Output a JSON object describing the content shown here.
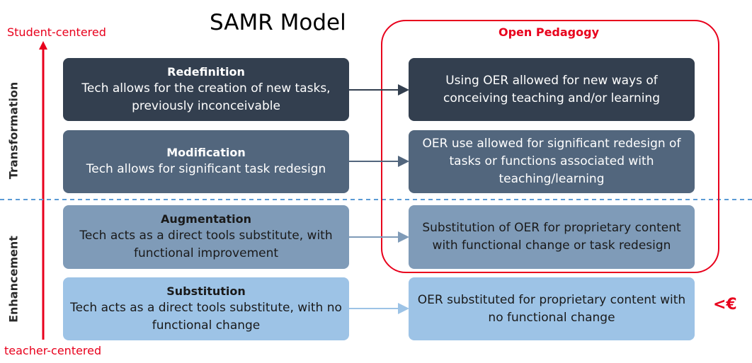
{
  "title": "SAMR Model",
  "axis": {
    "top_label": "Student-centered",
    "bottom_label": "teacher-centered",
    "upper_group": "Transformation",
    "lower_group": "Enhancement"
  },
  "open_pedagogy_label": "Open Pedagogy",
  "cost_marker": "<€",
  "levels": [
    {
      "name": "Redefinition",
      "description": "Tech allows for the creation of new tasks, previously inconceivable",
      "oer": "Using OER allowed for new ways of conceiving teaching and/or learning"
    },
    {
      "name": "Modification",
      "description": "Tech allows for significant task redesign",
      "oer": "OER use allowed for significant redesign of tasks or functions associated with teaching/learning"
    },
    {
      "name": "Augmentation",
      "description": "Tech acts as a direct tools substitute, with functional improvement",
      "oer": "Substitution of OER for proprietary content with functional change or task redesign"
    },
    {
      "name": "Substitution",
      "description": "Tech acts as a direct tools substitute, with no functional change",
      "oer": "OER substituted for proprietary content with no functional change"
    }
  ],
  "colors": {
    "redefinition": "#333f4f",
    "modification": "#52667d",
    "augmentation": "#7f9bb8",
    "substitution": "#9dc3e6",
    "accent_red": "#e8001c",
    "divider_blue": "#5b9bd5"
  }
}
